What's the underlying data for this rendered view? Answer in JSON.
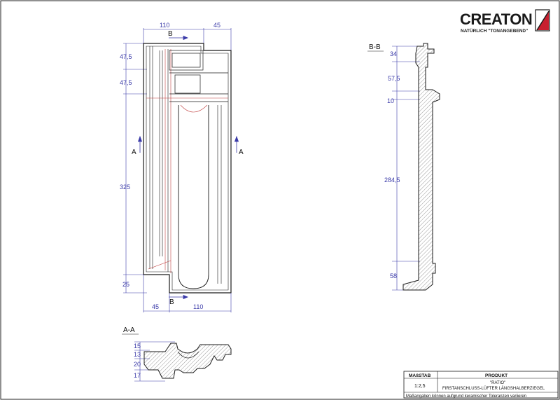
{
  "brand": {
    "name": "CREATON",
    "tagline": "NATÜRLICH \"TONANGEBEND\"",
    "accent_color": "#c8202f"
  },
  "plan_view": {
    "top_dims": [
      "110",
      "45"
    ],
    "bottom_dims": [
      "45",
      "110"
    ],
    "left_dims": [
      "47,5",
      "47,5",
      "325",
      "25"
    ],
    "section_b_label": "B",
    "section_a_label": "A"
  },
  "section_bb": {
    "title": "B-B",
    "dims": [
      "34",
      "57,5",
      "10",
      "284,5",
      "58"
    ]
  },
  "section_aa": {
    "title": "A-A",
    "dims": [
      "15",
      "13",
      "20",
      "17"
    ]
  },
  "title_block": {
    "scale_header": "MAßSTAB",
    "product_header": "PRODUKT",
    "scale_value": "1:2,5",
    "product_line1": "\"RATIO\"",
    "product_line2": "FIRSTANSCHLUSS-LÜFTER LÄNGSHALBERZIEGEL",
    "disclaimer": "Maßangaben  können  aufgrund  keramischer  Toleranzen  variieren"
  },
  "colors": {
    "dimension_blue": "#3a3aa8",
    "outline": "#1a1a1a",
    "hidden_red": "#c04040",
    "hatch": "#555555"
  }
}
